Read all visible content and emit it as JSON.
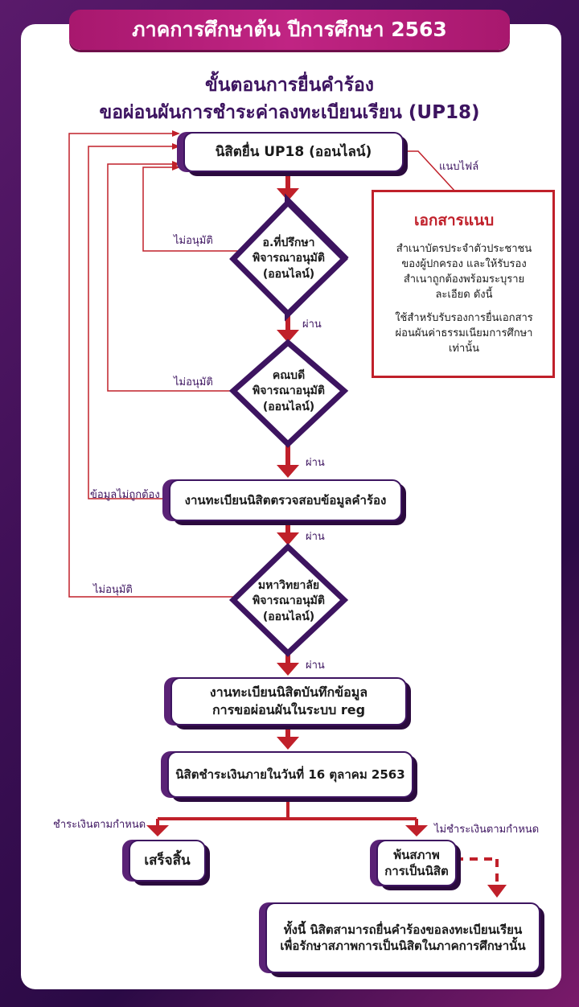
{
  "header": {
    "term": "ภาคการศึกษาต้น ปีการศึกษา 2563"
  },
  "title": {
    "line1": "ขั้นตอนการยื่นคำร้อง",
    "line2": "ขอผ่อนผันการชำระค่าลงทะเบียนเรียน (UP18)"
  },
  "steps": {
    "submit": "นิสิตยื่น UP18 (ออนไลน์)",
    "advisor": [
      "อ.ที่ปรึกษา",
      "พิจารณาอนุมัติ",
      "(ออนไลน์)"
    ],
    "dean": [
      "คณบดี",
      "พิจารณาอนุมัติ",
      "(ออนไลน์)"
    ],
    "registrar_check": "งานทะเบียนนิสิตตรวจสอบข้อมูลคำร้อง",
    "university": [
      "มหาวิทยาลัย",
      "พิจารณาอนุมัติ",
      "(ออนไลน์)"
    ],
    "record": [
      "งานทะเบียนนิสิตบันทึกข้อมูล",
      "การขอผ่อนผันในระบบ reg"
    ],
    "pay": "นิสิตชำระเงินภายในวันที่ 16 ตุลาคม 2563",
    "done": "เสร็จสิ้น",
    "lose_status": [
      "พ้นสภาพ",
      "การเป็นนิสิต"
    ],
    "note": [
      "ทั้งนี้ นิสิตสามารถยื่นคำร้องขอลงทะเบียนเรียน",
      "เพื่อรักษาสภาพการเป็นนิสิตในภาคการศึกษานั้น"
    ]
  },
  "labels": {
    "attach_file": "แนบไฟล์",
    "not_approved": "ไม่อนุมัติ",
    "passed": "ผ่าน",
    "incorrect_info": "ข้อมูลไม่ถูกต้อง",
    "paid_on_time": "ชำระเงินตามกำหนด",
    "not_paid_on_time": "ไม่ชำระเงินตามกำหนด"
  },
  "attachments": {
    "title": "เอกสารแนบ",
    "text1": [
      "สำเนาบัตรประจำตัวประชาชน",
      "ของผู้ปกครอง และให้รับรอง",
      "สำเนาถูกต้องพร้อมระบุราย",
      "ละเอียด ดังนี้"
    ],
    "text2": [
      "ใช้สำหรับรับรองการยื่นเอกสาร",
      "ผ่อนผันค่าธรรมเนียมการศึกษา",
      "เท่านั้น"
    ]
  },
  "colors": {
    "accent": "#c0202a",
    "purple": "#3d1460",
    "magenta": "#b01e78"
  }
}
